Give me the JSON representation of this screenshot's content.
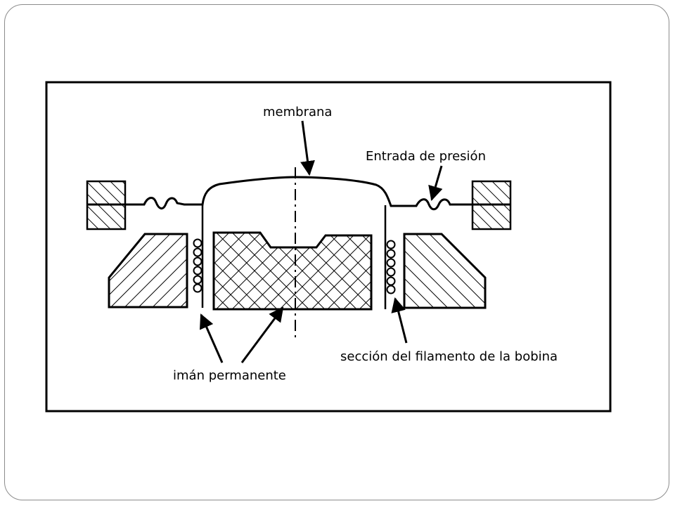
{
  "diagram": {
    "labels": {
      "membrane": "membrana",
      "pressure_inlet": "Entrada de presión",
      "coil_section": "sección del filamento de la bobina",
      "permanent_magnet": "imán permanente"
    },
    "colors": {
      "ink": "#000000",
      "slide_border": "#8c8c8c",
      "background": "#ffffff"
    }
  }
}
